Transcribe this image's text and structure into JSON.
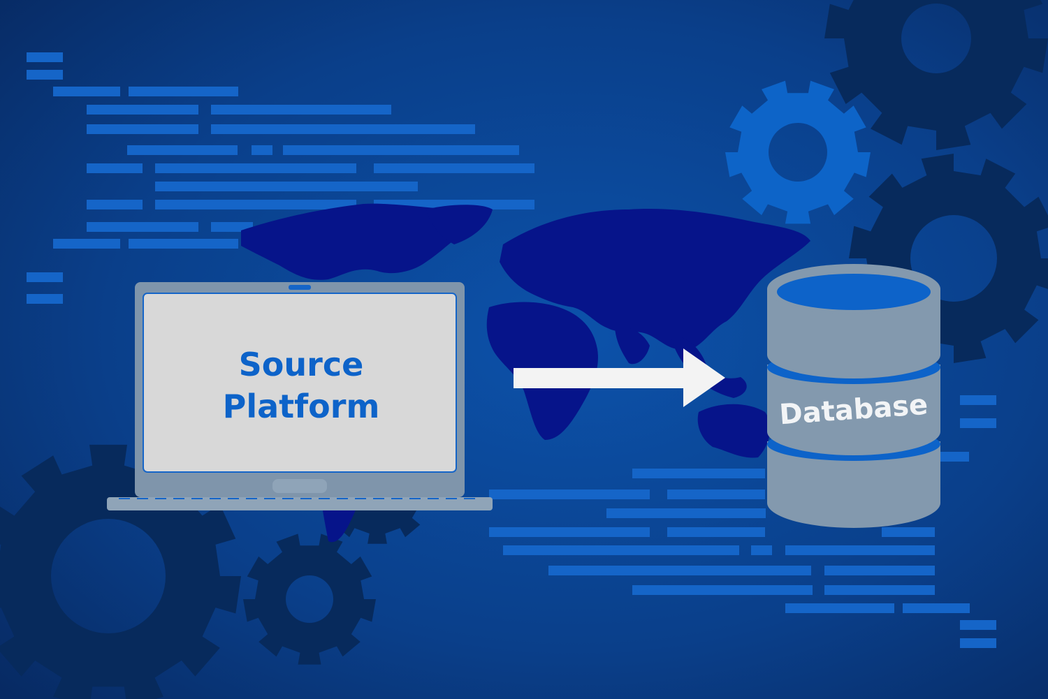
{
  "laptop": {
    "label_line1": "Source",
    "label_line2": "Platform"
  },
  "database": {
    "label": "Database"
  },
  "colors": {
    "background_center": "#0b4a9e",
    "background_edge": "#072a63",
    "code_bars": "#1565c8",
    "map": "#06148a",
    "gear_dark": "#072a5c",
    "gear_bright": "#0d64c8",
    "laptop_frame": "#7f95ab",
    "laptop_screen": "#d8d8d8",
    "label_text": "#0d63c9",
    "database_body": "#8399ae",
    "database_band": "#0d63c9",
    "arrow": "#f3f3f3"
  },
  "icons": [
    "gear-icon",
    "laptop-icon",
    "database-icon",
    "arrow-right-icon",
    "world-map"
  ]
}
